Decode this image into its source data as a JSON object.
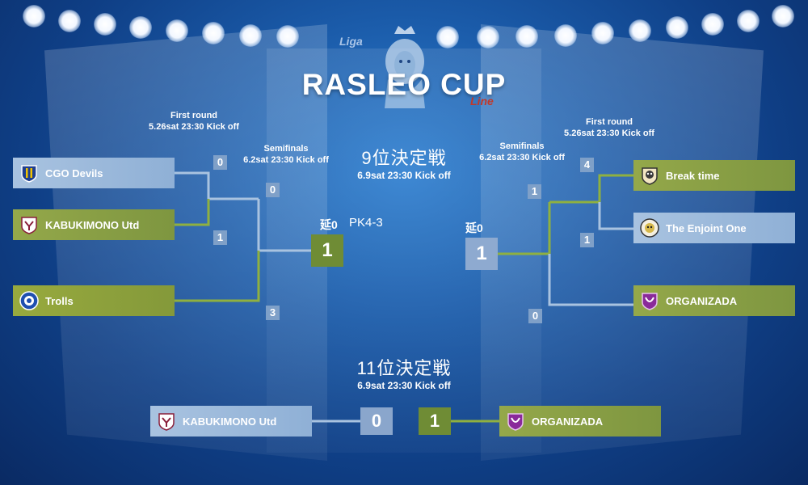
{
  "title": "RASLEO CUP",
  "logo_text": {
    "top": "Liga",
    "bottom": "Line"
  },
  "left_bracket": {
    "first_round": {
      "label": "First round",
      "time": "5.26sat 23:30 Kick off"
    },
    "semifinals": {
      "label": "Semifinals",
      "time": "6.2sat 23:30 Kick off"
    },
    "teams": [
      "CGO Devils",
      "KABUKIMONO Utd",
      "Trolls"
    ],
    "scores": {
      "cgo": "0",
      "kabuki": "1",
      "semi_top": "0",
      "trolls": "3"
    }
  },
  "right_bracket": {
    "first_round": {
      "label": "First round",
      "time": "5.26sat 23:30 Kick off"
    },
    "semifinals": {
      "label": "Semifinals",
      "time": "6.2sat 23:30 Kick off"
    },
    "teams": [
      "Break time",
      "The Enjoint One",
      "ORGANIZADA"
    ],
    "scores": {
      "break": "4",
      "enjoint": "1",
      "semi_top": "1",
      "organizada": "0"
    }
  },
  "ninth_place": {
    "title": "9位決定戦",
    "time": "6.9sat 23:30 Kick off",
    "left_extra": "延0",
    "left_pk": "PK4-3",
    "left_score": "1",
    "right_extra": "延0",
    "right_score": "1"
  },
  "eleventh_place": {
    "title": "11位決定戦",
    "time": "6.9sat 23:30 Kick off",
    "left_team": "KABUKIMONO Utd",
    "left_score": "0",
    "right_score": "1",
    "right_team": "ORGANIZADA"
  },
  "colors": {
    "background": "#1a5aa8",
    "blue_line": "#a9c3e0",
    "green_line": "#8fb040",
    "green_box": "#7e9640",
    "blue_box": "#8fb0d6"
  },
  "icons": [
    "cgo-devils-crest-icon",
    "kabukimono-crest-icon",
    "trolls-crest-icon",
    "break-time-crest-icon",
    "enjoint-crest-icon",
    "organizada-crest-icon",
    "lion-logo-icon"
  ]
}
